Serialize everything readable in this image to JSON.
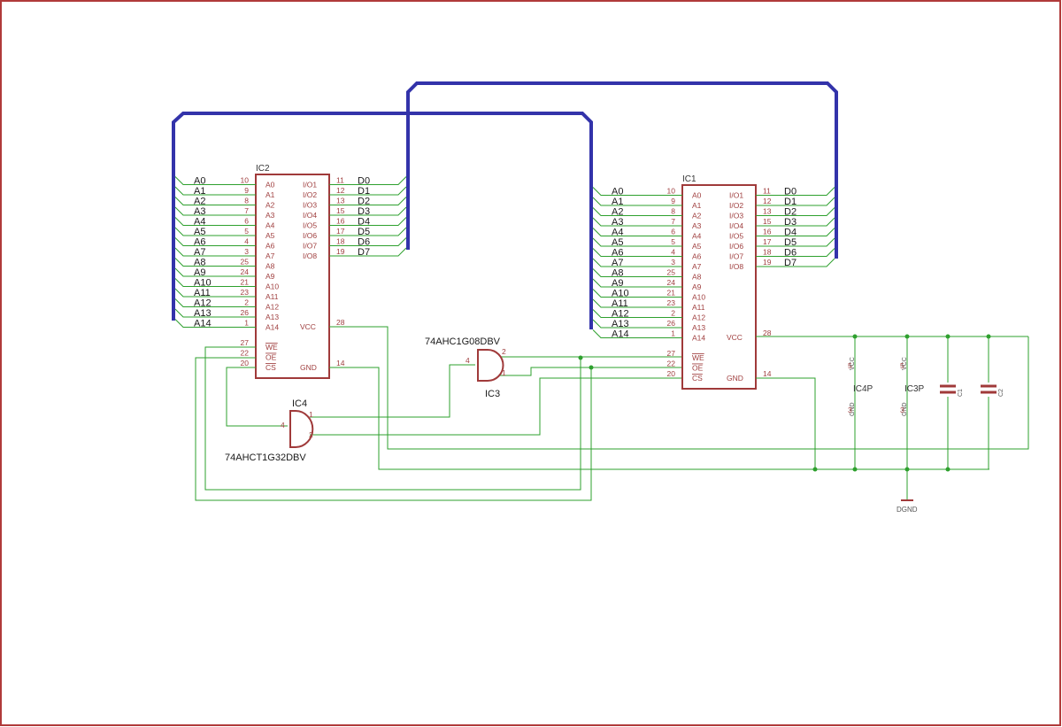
{
  "colors": {
    "frame": "#b03a3a",
    "net": "#2ea02e",
    "bus": "#3333aa",
    "part": "#a03a3a",
    "text": "#1a1a1a"
  },
  "ic2": {
    "name": "IC2",
    "left": [
      [
        "A0",
        "10"
      ],
      [
        "A1",
        "9"
      ],
      [
        "A2",
        "8"
      ],
      [
        "A3",
        "7"
      ],
      [
        "A4",
        "6"
      ],
      [
        "A5",
        "5"
      ],
      [
        "A6",
        "4"
      ],
      [
        "A7",
        "3"
      ],
      [
        "A8",
        "25"
      ],
      [
        "A9",
        "24"
      ],
      [
        "A10",
        "21"
      ],
      [
        "A11",
        "23"
      ],
      [
        "A12",
        "2"
      ],
      [
        "A13",
        "26"
      ],
      [
        "A14",
        "1"
      ]
    ],
    "right": [
      [
        "I/O1",
        "11",
        "D0"
      ],
      [
        "I/O2",
        "12",
        "D1"
      ],
      [
        "I/O3",
        "13",
        "D2"
      ],
      [
        "I/O4",
        "15",
        "D3"
      ],
      [
        "I/O5",
        "16",
        "D4"
      ],
      [
        "I/O6",
        "17",
        "D5"
      ],
      [
        "I/O7",
        "18",
        "D6"
      ],
      [
        "I/O8",
        "19",
        "D7"
      ]
    ],
    "vcc": [
      "VCC",
      "28"
    ],
    "gnd": [
      "GND",
      "14"
    ],
    "ctrl": [
      [
        "WE",
        "27"
      ],
      [
        "OE",
        "22"
      ],
      [
        "CS",
        "20"
      ]
    ]
  },
  "ic1": {
    "name": "IC1",
    "left": [
      [
        "A0",
        "10"
      ],
      [
        "A1",
        "9"
      ],
      [
        "A2",
        "8"
      ],
      [
        "A3",
        "7"
      ],
      [
        "A4",
        "6"
      ],
      [
        "A5",
        "5"
      ],
      [
        "A6",
        "4"
      ],
      [
        "A7",
        "3"
      ],
      [
        "A8",
        "25"
      ],
      [
        "A9",
        "24"
      ],
      [
        "A10",
        "21"
      ],
      [
        "A11",
        "23"
      ],
      [
        "A12",
        "2"
      ],
      [
        "A13",
        "26"
      ],
      [
        "A14",
        "1"
      ]
    ],
    "right": [
      [
        "I/O1",
        "11",
        "D0"
      ],
      [
        "I/O2",
        "12",
        "D1"
      ],
      [
        "I/O3",
        "13",
        "D2"
      ],
      [
        "I/O4",
        "15",
        "D3"
      ],
      [
        "I/O5",
        "16",
        "D4"
      ],
      [
        "I/O6",
        "17",
        "D5"
      ],
      [
        "I/O7",
        "18",
        "D6"
      ],
      [
        "I/O8",
        "19",
        "D7"
      ]
    ],
    "vcc": [
      "VCC",
      "28"
    ],
    "gnd": [
      "GND",
      "14"
    ],
    "ctrl": [
      [
        "WE",
        "27"
      ],
      [
        "OE",
        "22"
      ],
      [
        "CS",
        "20"
      ]
    ]
  },
  "ic3": {
    "name": "IC3",
    "part": "74AHC1G08DBV",
    "pins": [
      "4",
      "2",
      "1"
    ]
  },
  "ic4": {
    "name": "IC4",
    "part": "74AHCT1G32DBV",
    "pins": [
      "4",
      "1",
      "2"
    ]
  },
  "power": {
    "ic4p": {
      "name": "IC4P",
      "vcc": "VCC",
      "vcc_pin": "5",
      "gnd": "GND",
      "gnd_pin": "3"
    },
    "ic3p": {
      "name": "IC3P",
      "vcc": "VCC",
      "vcc_pin": "5",
      "gnd": "GND",
      "gnd_pin": "3"
    },
    "c1": "C1",
    "c2": "C2",
    "ground": "DGND"
  }
}
